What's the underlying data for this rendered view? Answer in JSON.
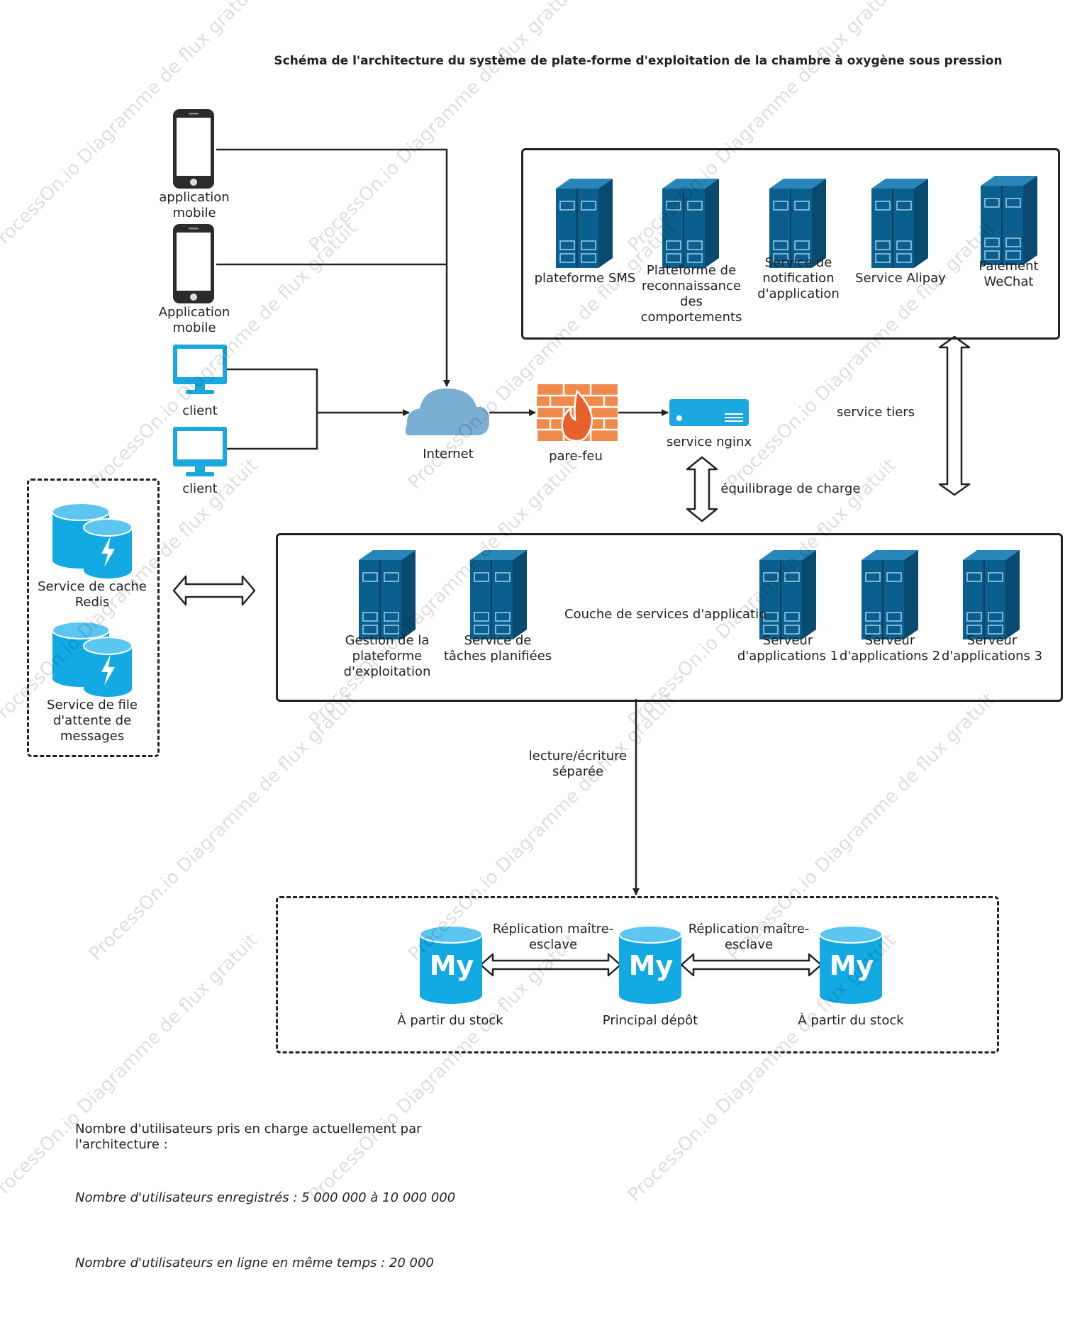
{
  "title": "Schéma de l'architecture du système de plate-forme d'exploitation de la chambre à oxygène sous pression",
  "clients": {
    "mobile1": "application mobile",
    "mobile2": "Application mobile",
    "pc1": "client",
    "pc2": "client"
  },
  "network": {
    "internet": "Internet",
    "firewall": "pare-feu",
    "nginx": "service nginx"
  },
  "third_party": {
    "label": "service tiers",
    "services": [
      "plateforme SMS",
      "Plateforme de reconnaissance des comportements",
      "Service de notification d'application",
      "Service Alipay",
      "Paiement WeChat"
    ]
  },
  "load_balance_label": "équilibrage de charge",
  "cache": {
    "redis": "Service de cache Redis",
    "mq": "Service de file d'attente de messages"
  },
  "app_layer": {
    "label": "Couche de services d'applicatio",
    "items": [
      "Gestion de la plateforme d'exploitation",
      "Service de tâches planifiées",
      "Serveur d'applications 1",
      "Serveur d'applications 2",
      "Serveur d'applications 3"
    ]
  },
  "rw_label": "lecture/écriture séparée",
  "database": {
    "replication1": "Réplication maître-esclave",
    "replication2": "Réplication maître-esclave",
    "slave1": "À partir du stock",
    "master": "Principal dépôt",
    "slave2": "À partir du stock",
    "logo_text": "My"
  },
  "notes": {
    "heading": "Nombre d'utilisateurs pris en charge actuellement par l'architecture :",
    "registered": "Nombre d'utilisateurs enregistrés : 5 000 000 à 10 000 000",
    "online": "Nombre d'utilisateurs en ligne en même temps : 20 000"
  },
  "watermark_text": "ProcessOn.io Diagramme de flux gratuit",
  "colors": {
    "server": "#0b5f8e",
    "server_dark": "#084a70",
    "device": "#1aa8e0",
    "cloud": "#7aaed2",
    "firewall": "#f08a4b",
    "nginx": "#1ca7e0",
    "database": "#13a9e3",
    "line": "#222222"
  }
}
